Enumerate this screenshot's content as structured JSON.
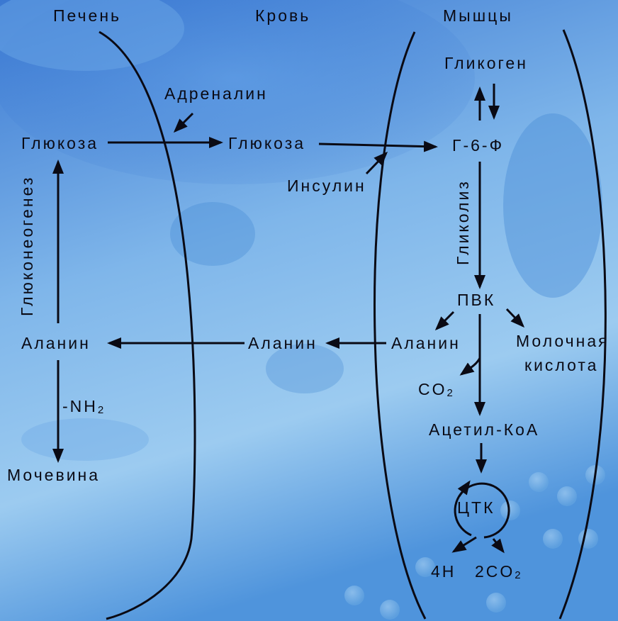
{
  "colors": {
    "bg_top": "#3f7fd6",
    "bg_mid": "#8ec2ec",
    "bg_low": "#5ea6e4",
    "ink": "#0a0a14"
  },
  "regions": {
    "liver": "Печень",
    "blood": "Кровь",
    "muscle": "Мышцы"
  },
  "liver": {
    "glucose": "Глюкоза",
    "gluconeogenesis": "Глюконеогенез",
    "alanine": "Аланин",
    "deamination": "-NH",
    "deamination_sub": "2",
    "urea": "Мочевина"
  },
  "blood": {
    "adrenaline": "Адреналин",
    "glucose": "Глюкоза",
    "insulin": "Инсулин",
    "alanine": "Аланин"
  },
  "muscle": {
    "glycogen": "Гликоген",
    "g6p": "Г-6-Ф",
    "glycolysis": "Гликолиз",
    "pyruvate": "ПВК",
    "alanine": "Аланин",
    "lactic_line1": "Молочная",
    "lactic_line2": "кислота",
    "co2": "CO",
    "co2_sub": "2",
    "acetyl_coa": "Ацетил-КоА",
    "tca": "ЦТК",
    "h4": "4H",
    "co2x2": "2CO",
    "co2x2_sub": "2"
  }
}
